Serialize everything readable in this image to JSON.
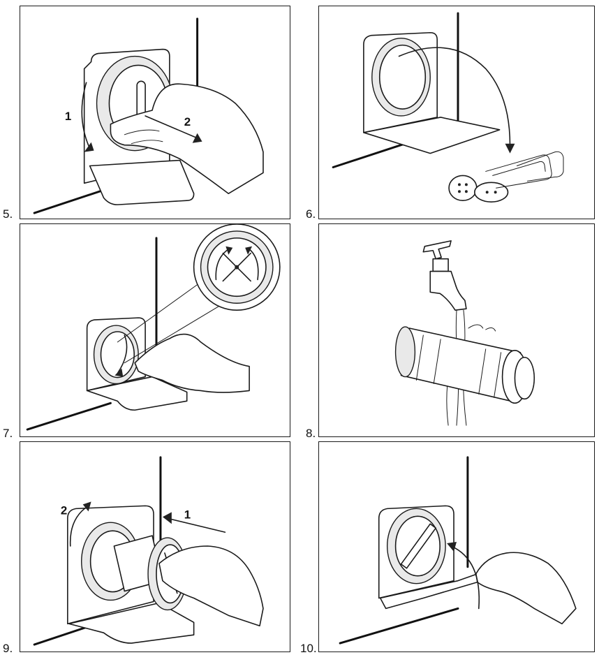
{
  "steps": [
    {
      "number": "5.",
      "callouts": [
        "1",
        "2"
      ]
    },
    {
      "number": "6.",
      "callouts": []
    },
    {
      "number": "7.",
      "callouts": []
    },
    {
      "number": "8.",
      "callouts": []
    },
    {
      "number": "9.",
      "callouts": [
        "2",
        "1"
      ]
    },
    {
      "number": "10.",
      "callouts": []
    }
  ],
  "colors": {
    "line": "#1a1a1a",
    "background": "#ffffff",
    "arrow_fill": "#222222"
  },
  "icons": [
    "pump-filter-illustration",
    "water-tap-illustration",
    "hand-illustration",
    "curved-arrow-icon",
    "straight-arrow-icon"
  ]
}
